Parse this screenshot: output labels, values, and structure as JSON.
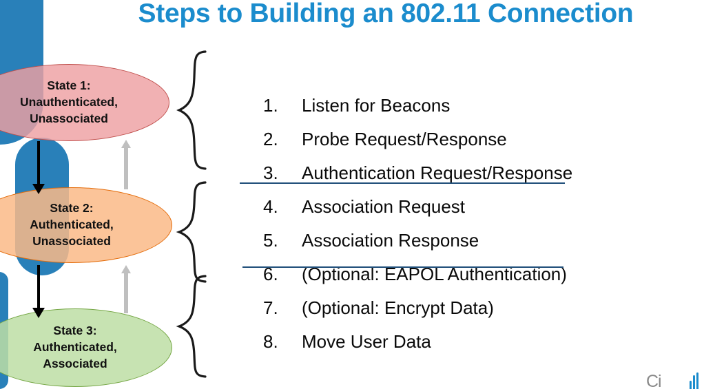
{
  "slide": {
    "title": "Steps to Building an 802.11 Connection",
    "title_color": "#1b8ccd",
    "background": "#ffffff"
  },
  "states": [
    {
      "id": "state-1",
      "line1": "State 1:",
      "line2": "Unauthenticated,",
      "line3": "Unassociated",
      "fill": "#eea0a2",
      "stroke": "#c0504d"
    },
    {
      "id": "state-2",
      "line1": "State 2:",
      "line2": "Authenticated,",
      "line3": "Unassociated",
      "fill": "#faba87",
      "stroke": "#e46c0a"
    },
    {
      "id": "state-3",
      "line1": "State 3:",
      "line2": "Authenticated,",
      "line3": "Associated",
      "fill": "#bddea4",
      "stroke": "#76a746"
    }
  ],
  "transitions": {
    "forward_arrow_color": "#000000",
    "reverse_arrow_color": "#bfbfbf"
  },
  "steps": [
    {
      "num": "1.",
      "text": "Listen for Beacons"
    },
    {
      "num": "2.",
      "text": "Probe Request/Response"
    },
    {
      "num": "3.",
      "text": "Authentication Request/Response"
    },
    {
      "num": "4.",
      "text": "Association Request"
    },
    {
      "num": "5.",
      "text": "Association Response"
    },
    {
      "num": "6.",
      "text": "(Optional: EAPOL Authentication)"
    },
    {
      "num": "7.",
      "text": "(Optional: Encrypt Data)"
    },
    {
      "num": "8.",
      "text": "Move User Data"
    }
  ],
  "separators": {
    "color": "#1f4e79",
    "after_step": [
      3,
      5
    ]
  },
  "braces": {
    "count": 3,
    "glyph": "{",
    "color": "#1a1a1a"
  },
  "footer": {
    "logo_text": "Ci",
    "logo_color": "#8a8a8a",
    "logo_accent": "#1b8ccd"
  }
}
